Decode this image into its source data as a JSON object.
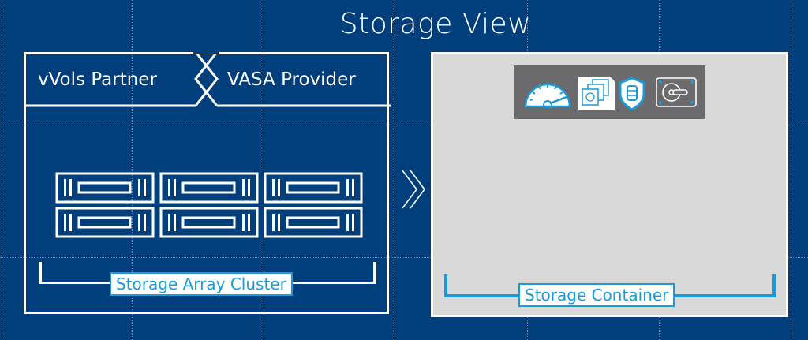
{
  "title": "Storage View",
  "left_panel": {
    "header_left": "vVols Partner",
    "header_right": "VASA Provider",
    "cluster_label": "Storage Array Cluster",
    "array_count": 6
  },
  "arrow": "double-chevron-right",
  "right_panel": {
    "container_label": "Storage Container",
    "icons": [
      "speedometer-icon",
      "snapshot-stack-icon",
      "database-shield-icon",
      "hard-disk-icon"
    ]
  },
  "colors": {
    "background": "#013f7c",
    "accent": "#1a9ad6",
    "panel_gray": "#d9d9d9",
    "icon_bar": "#6b6b6d"
  }
}
